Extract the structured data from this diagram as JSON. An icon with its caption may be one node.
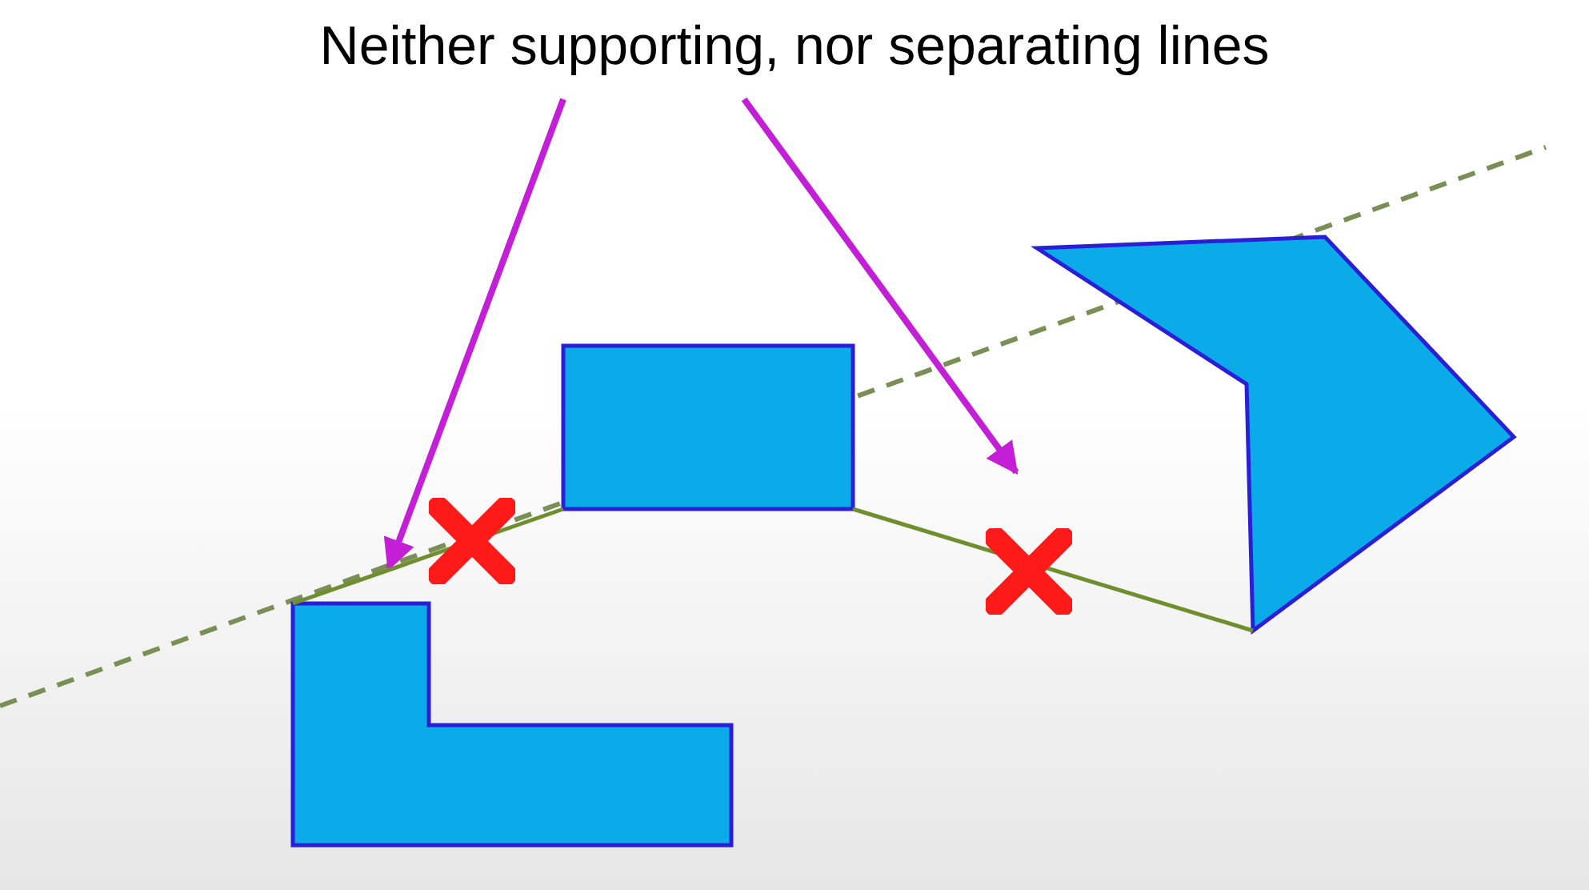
{
  "diagram": {
    "nodes": [
      {
        "text": [
          "Neither supporting, nor separating lines"
        ]
      },
      {
        "text": [],
        "shape": "polygon"
      },
      {
        "text": [],
        "shape": "box"
      },
      {
        "text": [],
        "shape": "polygon"
      }
    ],
    "edges": [
      {
        "from": 0,
        "to": 1,
        "arrow": "to",
        "color": "#c21fd6"
      },
      {
        "from": 0,
        "to": null,
        "arrow": "to",
        "color": "#c21fd6"
      },
      {
        "from": 1,
        "to": 2,
        "arrow": "none",
        "color": "#6f8f2f"
      },
      {
        "from": 2,
        "to": 3,
        "arrow": "none",
        "color": "#6f8f2f"
      }
    ]
  }
}
